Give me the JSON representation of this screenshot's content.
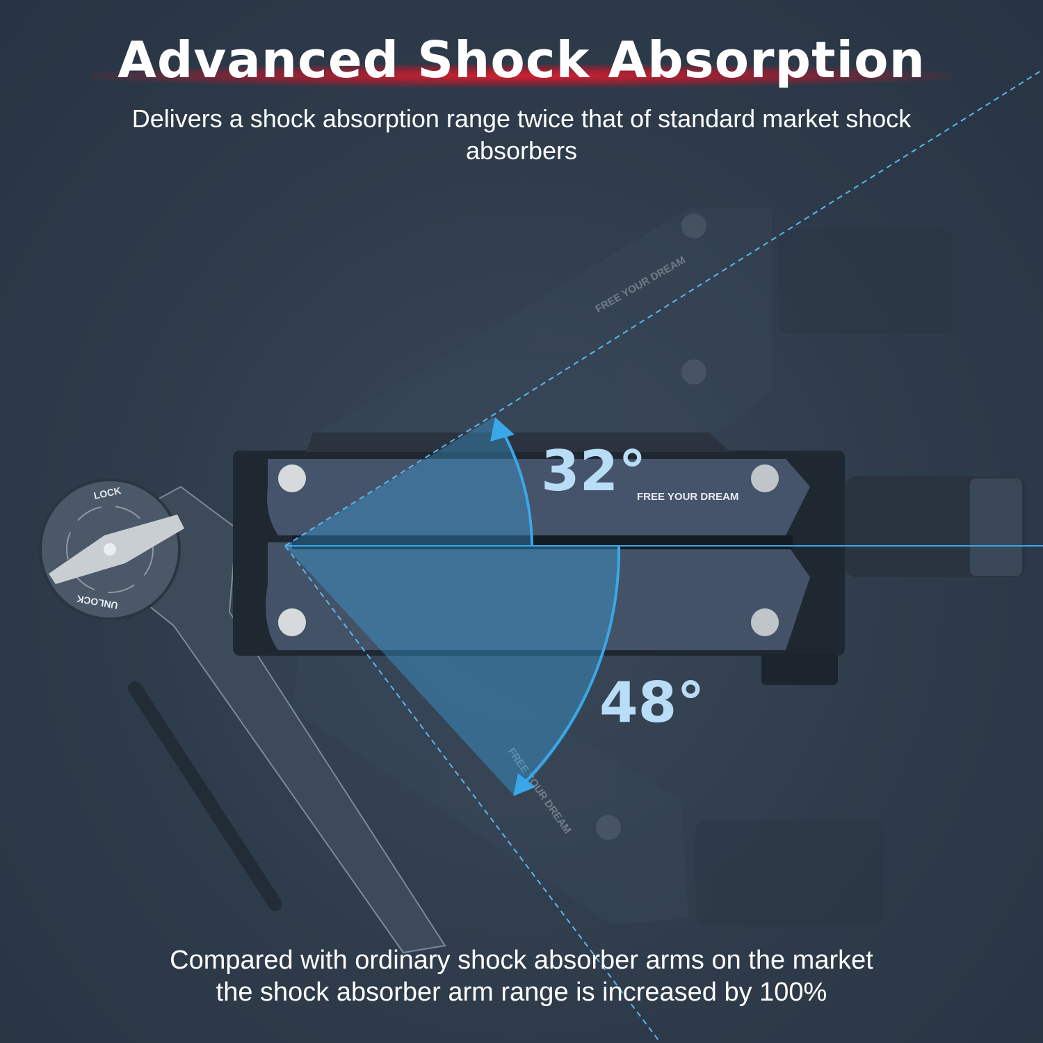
{
  "header": {
    "title": "Advanced Shock Absorption",
    "subtitle": "Delivers a shock absorption range twice that of standard market shock absorbers"
  },
  "diagram": {
    "upper_angle": "32°",
    "lower_angle": "48°",
    "brand_text": "FREE YOUR DREAM",
    "lock_label": "LOCK",
    "unlock_label": "UNLOCK",
    "accent_color": "#3aa7e8",
    "title_glow_color": "#d41f2f"
  },
  "footer": {
    "line1": "Compared with ordinary shock absorber arms on the market",
    "line2": "the shock absorber arm range is increased by 100%"
  }
}
